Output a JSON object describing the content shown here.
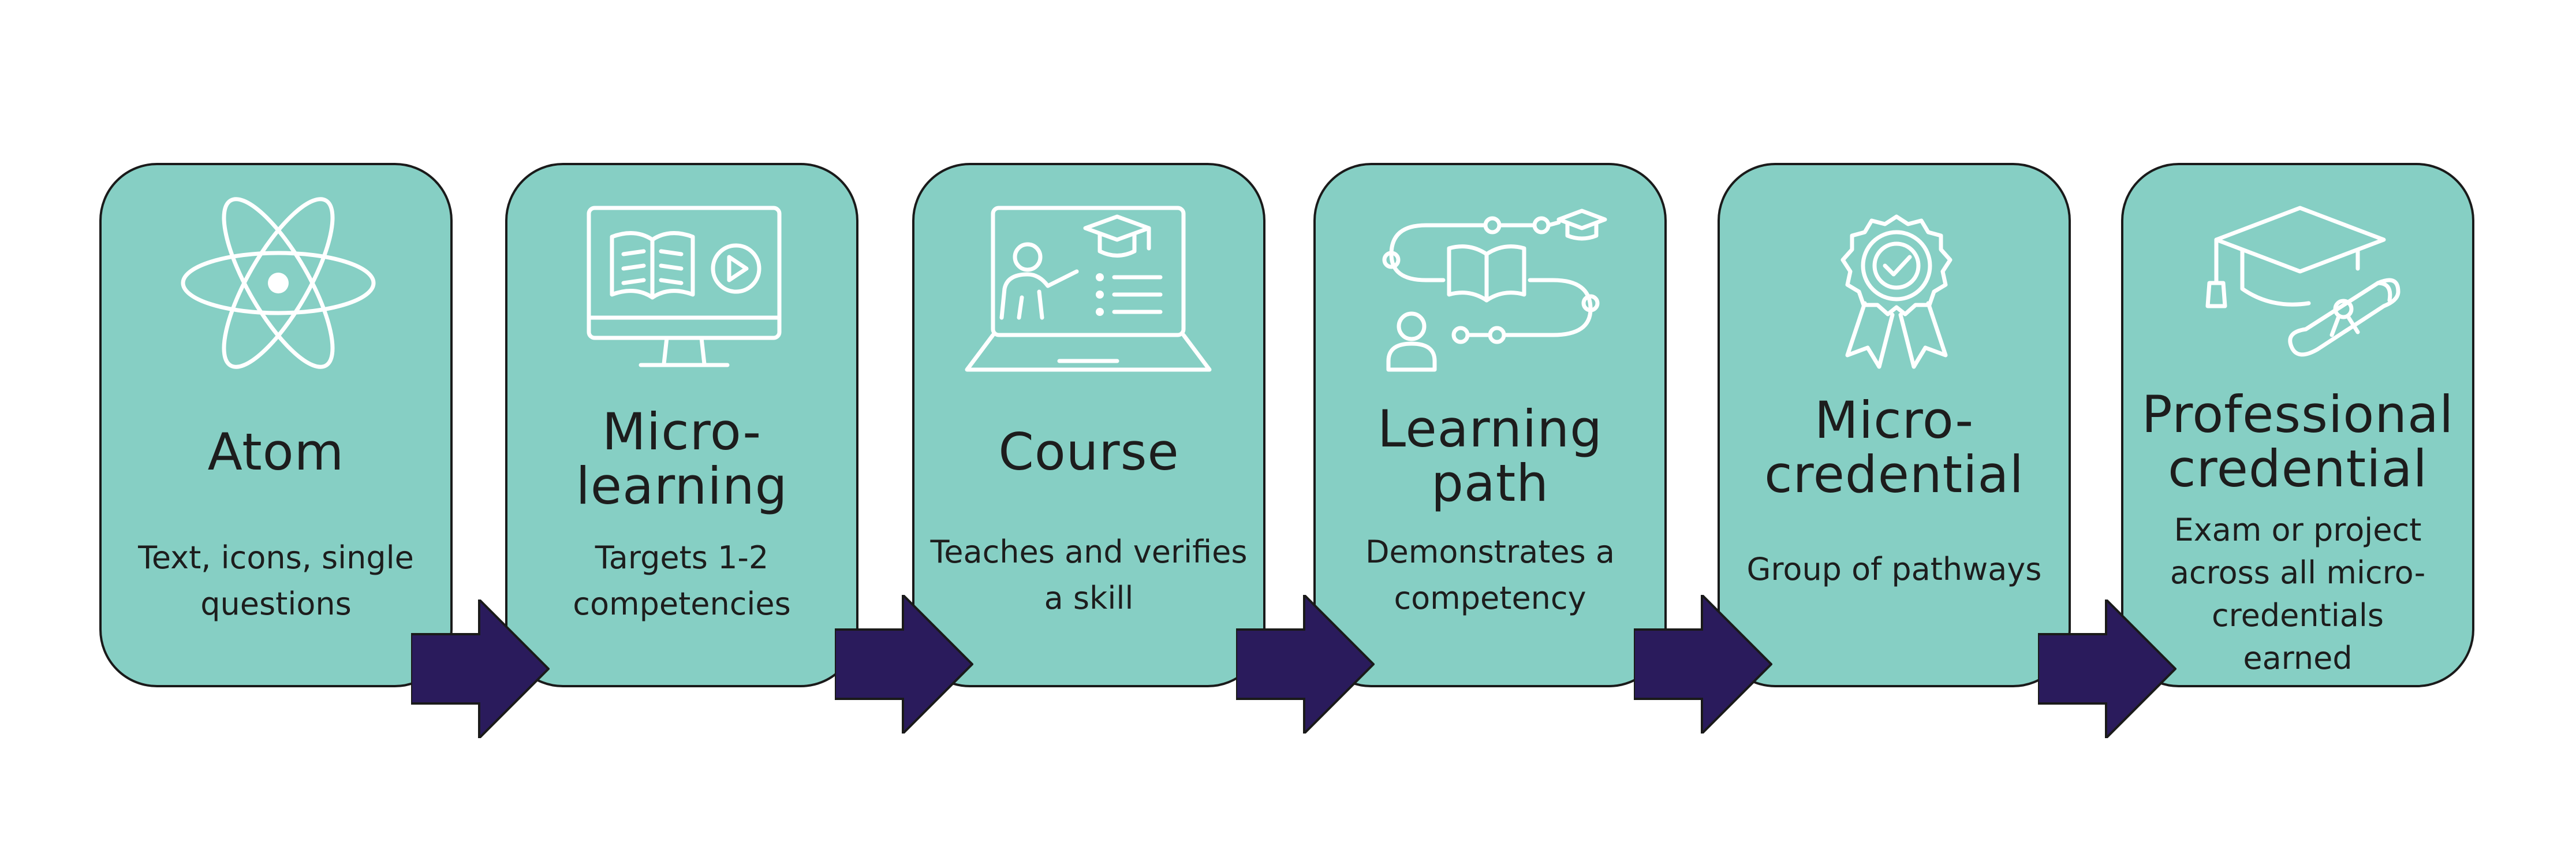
{
  "steps": [
    {
      "title": "Atom",
      "desc": "Text, icons, single questions",
      "icon": "atom-icon"
    },
    {
      "title": "Micro-\nlearning",
      "desc": "Targets 1-2 competencies",
      "icon": "monitor-book-play-icon"
    },
    {
      "title": "Course",
      "desc": "Teaches and verifies a skill",
      "icon": "laptop-teacher-icon"
    },
    {
      "title": "Learning\npath",
      "desc": "Demonstrates a competency",
      "icon": "learning-path-icon"
    },
    {
      "title": "Micro-\ncredential",
      "desc": "Group of pathways",
      "icon": "badge-rosette-icon"
    },
    {
      "title": "Professional\ncredential",
      "desc": "Exam or project across all micro-credentials earned",
      "icon": "graduation-cap-diploma-icon"
    }
  ],
  "colors": {
    "card": "#86cfc4",
    "arrow": "#2a1b5c",
    "icon": "#ffffff",
    "text": "#1d1d1d"
  }
}
